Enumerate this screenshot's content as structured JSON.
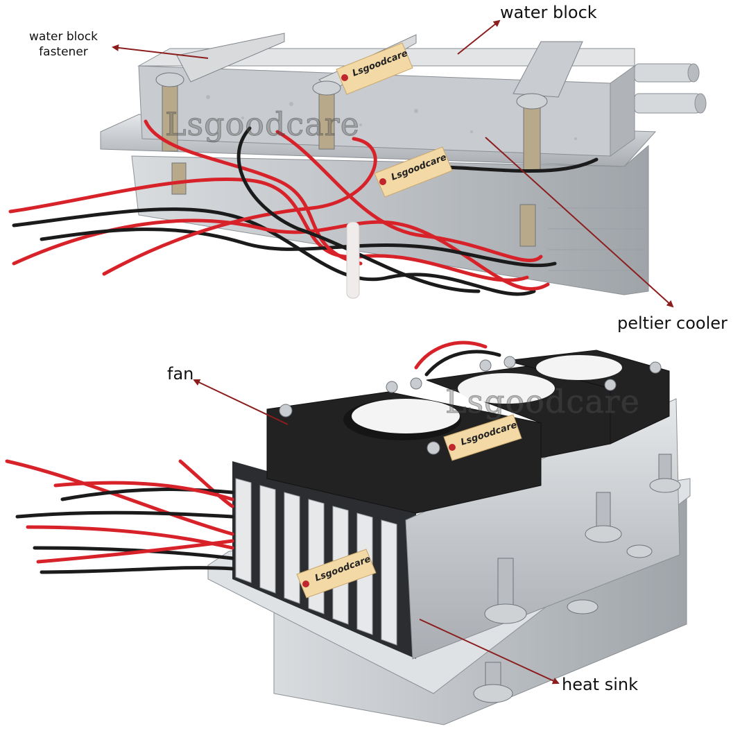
{
  "labels": {
    "water_block": "water block",
    "water_block_fastener_line1": "water block",
    "water_block_fastener_line2": "fastener",
    "peltier_cooler": "peltier cooler",
    "fan": "fan",
    "heat_sink": "heat sink"
  },
  "watermark": "Lsgoodcare",
  "tag_text": "Lsgoodcare",
  "colors": {
    "arrow": "#8b1d1d",
    "aluminum": "#c9ccd0",
    "wire_red": "#d8222a",
    "wire_black": "#1b1b1b",
    "tag": "#f2d9a6",
    "fan_body": "#222222"
  }
}
